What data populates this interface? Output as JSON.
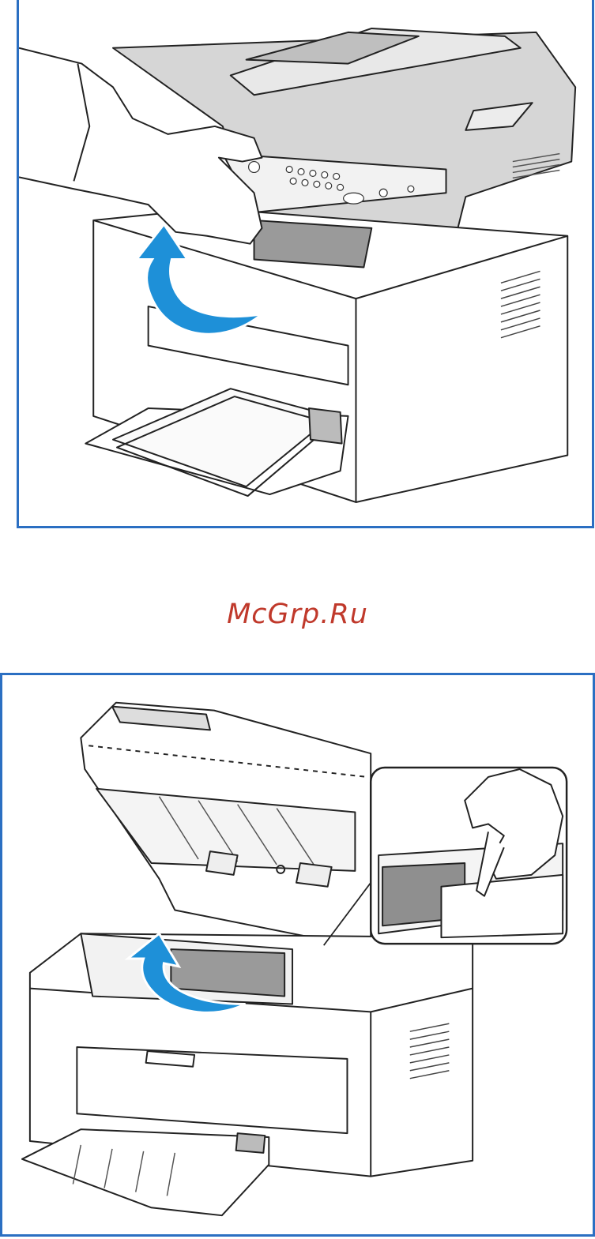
{
  "watermark": {
    "text": "McGrp.Ru",
    "color": "#c0392b"
  },
  "colors": {
    "frame": "#2b6fc2",
    "arrow": "#1e90d8",
    "line": "#222222",
    "fill_dark": "#cfcfcf"
  },
  "figures": [
    {
      "id": "step-open-scanner",
      "icons": [
        "hand-icon",
        "arrow-up-icon",
        "printer-icon"
      ]
    },
    {
      "id": "step-remove-paper",
      "icons": [
        "hand-icon",
        "arrow-up-icon",
        "printer-icon",
        "zoom-inset-icon"
      ]
    }
  ]
}
